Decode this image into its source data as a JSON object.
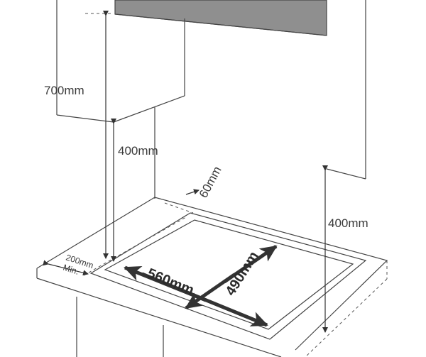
{
  "labels": {
    "hood_height": "700mm",
    "wall_cabinet_clearance": "400mm",
    "side_wall_clearance": "400mm",
    "front_gap": "60mm",
    "cutout_width": "560mm",
    "cutout_depth": "490mm",
    "min_side_value": "200mm",
    "min_side_suffix": "Min."
  },
  "colors": {
    "line": "#3a3a3a",
    "arrow": "#333333",
    "hood_fill": "#8f8f8f",
    "paper": "#ffffff"
  }
}
